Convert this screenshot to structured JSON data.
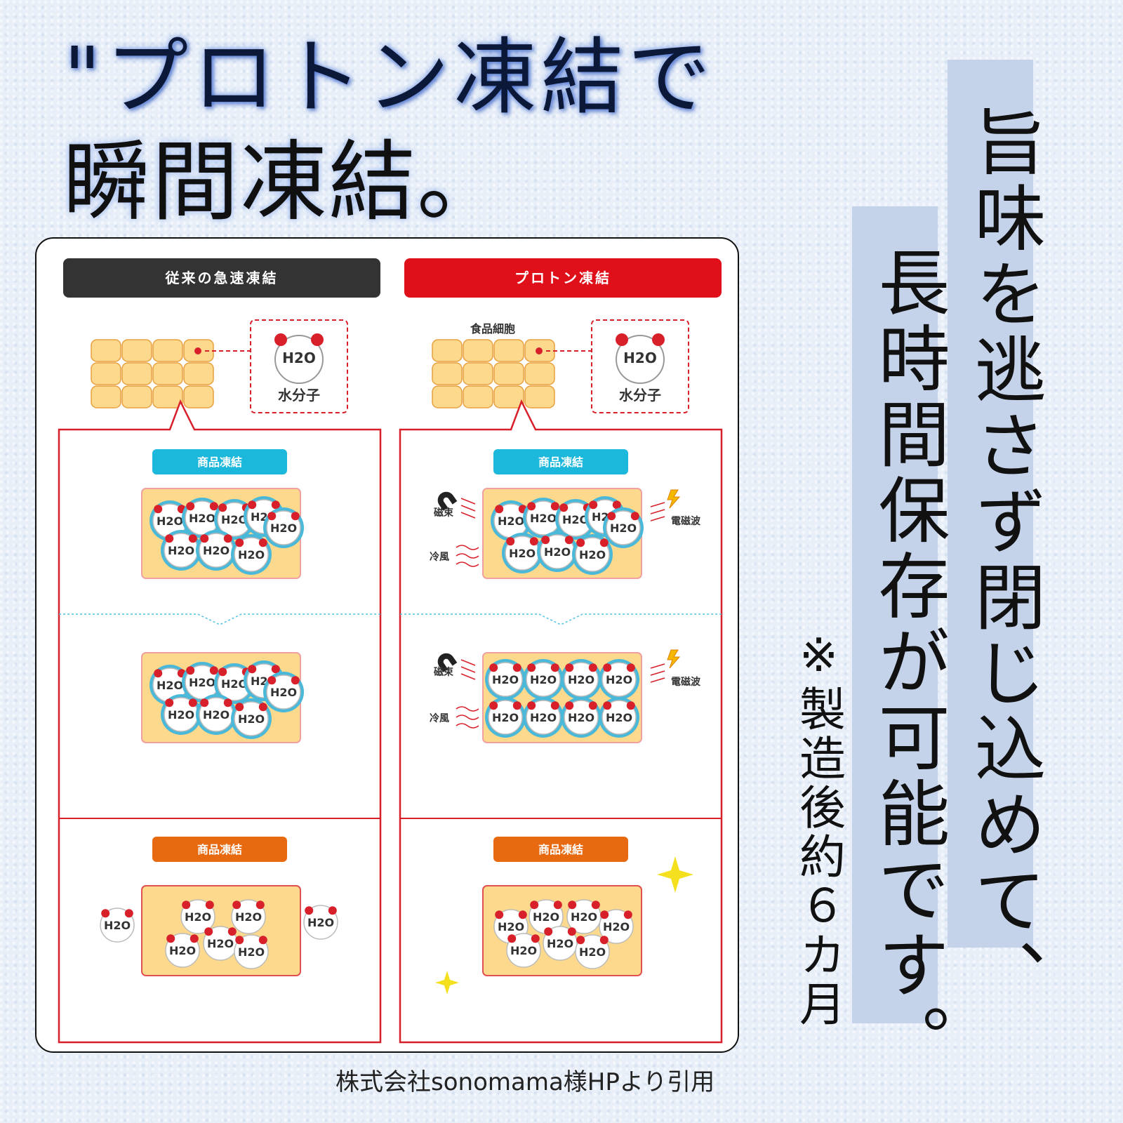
{
  "title": {
    "line1": "\"プロトン凍結で",
    "line2": "瞬間凍結。"
  },
  "vertical_text": {
    "col1": "旨味を逃さず閉じ込めて、",
    "col2": "長時間保存が可能です。",
    "note": "※製造後約６カ月"
  },
  "figure": {
    "left_header": "従来の急速凍結",
    "right_header": "プロトン凍結",
    "food_cell_label": "食品細胞",
    "water_molecule_label": "水分子",
    "h2o": "H2O",
    "stage_label": "商品凍結",
    "magnetic_flux_label": "磁束",
    "cold_air_label": "冷風",
    "electromagnetic_wave_label": "電磁波",
    "colors": {
      "gray_header": "#333333",
      "red_header": "#e0101a",
      "cyan_pill": "#1cb8dc",
      "orange_pill": "#e86a10",
      "cell_fill": "#fcd98c",
      "panel_border": "#d8202a"
    }
  },
  "credit": "株式会社sonomama様HPより引用"
}
